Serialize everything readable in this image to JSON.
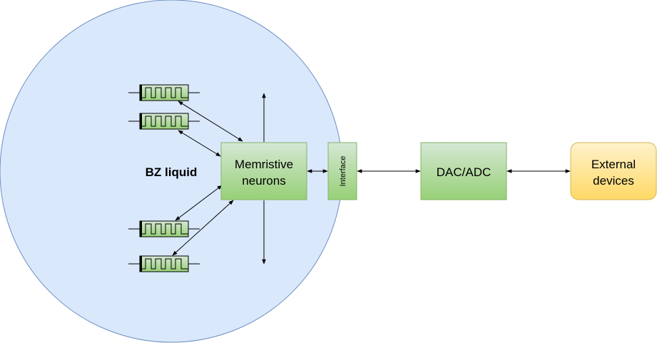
{
  "diagram": {
    "bz_liquid_label": "BZ liquid",
    "neurons_line1": "Memristive",
    "neurons_line2": "neurons",
    "interface_label": "Interface",
    "dac_adc_label": "DAC/ADC",
    "external_line1": "External",
    "external_line2": "devices"
  },
  "colors": {
    "liquid_fill": "#dae8fc",
    "liquid_stroke": "#6c8ebf",
    "green_fill_top": "#d5e8d4",
    "green_fill_bottom": "#97d077",
    "green_stroke": "#82b366",
    "yellow_fill_top": "#fff2cc",
    "yellow_fill_bottom": "#ffd966",
    "yellow_stroke": "#d6b656",
    "edge": "#000000"
  }
}
